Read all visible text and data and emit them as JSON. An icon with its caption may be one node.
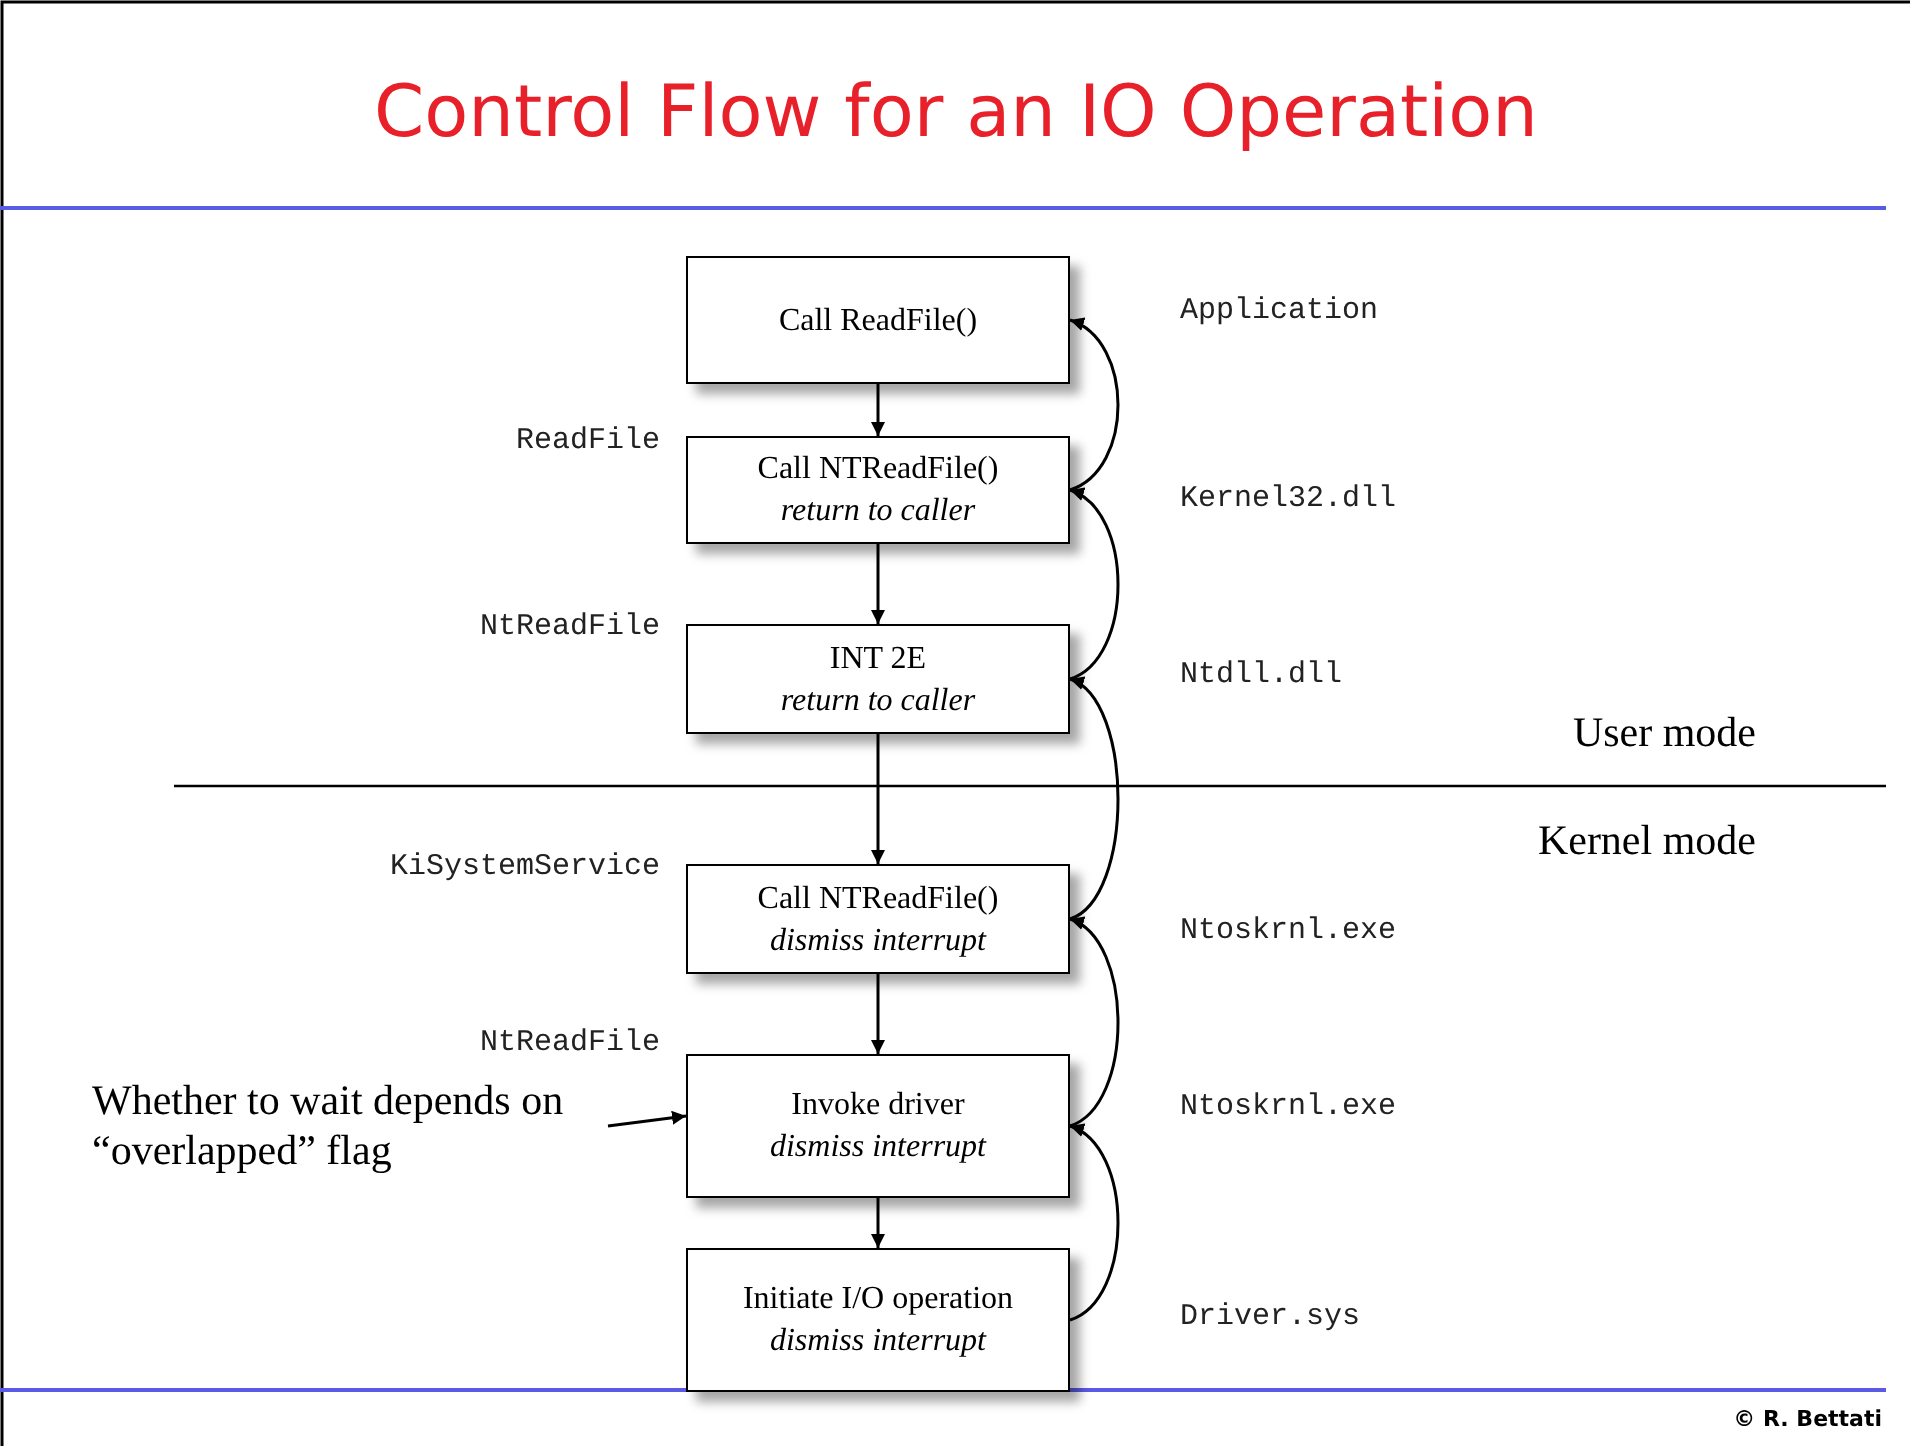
{
  "diagram": {
    "title": "Control Flow for an IO Operation",
    "nodes": [
      {
        "text": [
          "Call ReadFile()"
        ]
      },
      {
        "text": [
          "Call NTReadFile()",
          "return to caller"
        ]
      },
      {
        "text": [
          "INT 2E",
          "return to caller"
        ]
      },
      {
        "text": [
          "Call NTReadFile()",
          "dismiss interrupt"
        ]
      },
      {
        "text": [
          "Invoke driver",
          "dismiss interrupt"
        ]
      },
      {
        "text": [
          "Initiate I/O operation",
          "dismiss interrupt"
        ]
      },
      {
        "text": [
          "Whether to wait depends on “overlapped” flag"
        ]
      }
    ],
    "edges": [
      {
        "from": 0,
        "to": 1,
        "arrow": "to"
      },
      {
        "from": 1,
        "to": 2,
        "arrow": "to"
      },
      {
        "from": 2,
        "to": 3,
        "arrow": "to"
      },
      {
        "from": 3,
        "to": 4,
        "arrow": "to"
      },
      {
        "from": 4,
        "to": 5,
        "arrow": "to"
      },
      {
        "from": 5,
        "to": 4,
        "arrow": "to"
      },
      {
        "from": 4,
        "to": 3,
        "arrow": "to"
      },
      {
        "from": 3,
        "to": 2,
        "arrow": "to"
      },
      {
        "from": 2,
        "to": 1,
        "arrow": "to"
      },
      {
        "from": 1,
        "to": 0,
        "arrow": "to"
      },
      {
        "from": 6,
        "to": 4,
        "arrow": "to"
      }
    ],
    "labels": [
      "Application",
      "ReadFile",
      "Kernel32.dll",
      "NtReadFile",
      "Ntdll.dll",
      "User mode",
      "Kernel mode",
      "KiSystemService",
      "Ntoskrnl.exe",
      "NtReadFile",
      "Ntoskrnl.exe",
      "Driver.sys",
      "© R. Bettati"
    ]
  }
}
